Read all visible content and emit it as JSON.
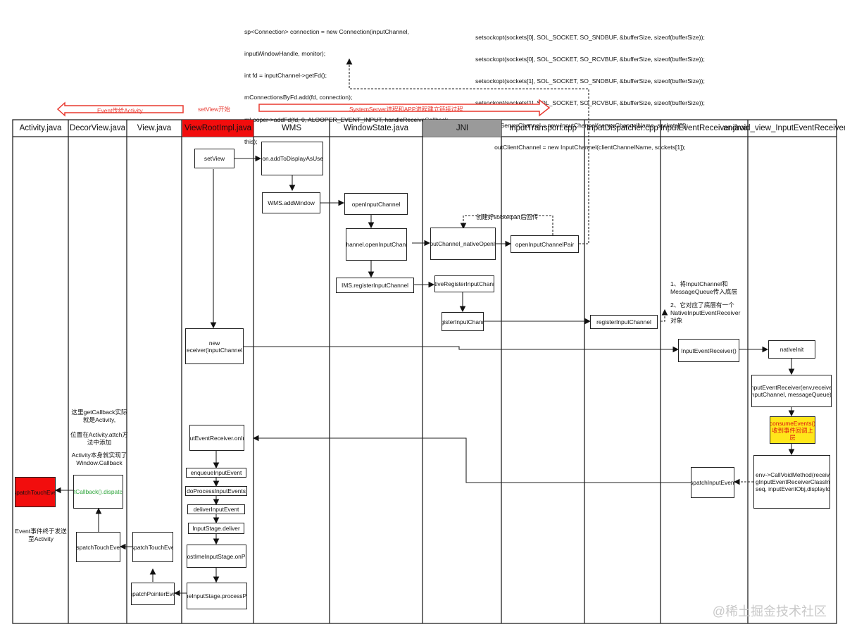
{
  "code_blocks": {
    "connection": [
      "sp<Connection> connection = new Connection(inputChannel,",
      "inputWindowHandle, monitor);",
      "int fd = inputChannel->getFd();",
      "mConnectionsByFd.add(fd, connection);",
      "mLooper->addFd(fd, 0, ALOOPER_EVENT_INPUT, handleReceiveCallback,",
      "this);"
    ],
    "socket": [
      "setsockopt(sockets[0], SOL_SOCKET, SO_SNDBUF, &bufferSize, sizeof(bufferSize));",
      "setsockopt(sockets[0], SOL_SOCKET, SO_RCVBUF, &bufferSize, sizeof(bufferSize));",
      "setsockopt(sockets[1], SOL_SOCKET, SO_SNDBUF, &bufferSize, sizeof(bufferSize));",
      "setsockopt(sockets[1], SOL_SOCKET, SO_RCVBUF, &bufferSize, sizeof(bufferSize));",
      "outServerChannel = new InputChannel(serverChannelName, sockets[0]);",
      "outClientChannel = new InputChannel(clientChannelName, sockets[1]);"
    ]
  },
  "banners": {
    "event_to_activity": "Event传给Activity",
    "setview_start": "setView开始",
    "systemserver_link": "SystemServer进程和APP进程建立链接过程"
  },
  "lanes": [
    {
      "name": "Activity.java",
      "style": "normal"
    },
    {
      "name": "DecorView.java",
      "style": "normal"
    },
    {
      "name": "View.java",
      "style": "normal"
    },
    {
      "name": "ViewRootImpl.java",
      "style": "red"
    },
    {
      "name": "WMS",
      "style": "normal"
    },
    {
      "name": "WindowState.java",
      "style": "normal"
    },
    {
      "name": "JNI",
      "style": "gray"
    },
    {
      "name": "InputTransport.cpp",
      "style": "normal"
    },
    {
      "name": "InputDispatcher.cpp",
      "style": "normal"
    },
    {
      "name": "InputEventReceiver.java",
      "style": "normal"
    },
    {
      "name": "android_view_InputEventReceiver.cpp",
      "style": "normal"
    }
  ],
  "boxes": {
    "set_view": "setView",
    "add_to_display": "mWindowSession.addToDisplayAsUser(Session.java)",
    "wms_add_window": "WMS.addWindow",
    "open_input_channel": "openInputChannel",
    "open_input_channel_pair": "InputChannel.openInputChannelPair",
    "native_open_pair": "android_view_InputChannel_nativeOpenInputChannelPair",
    "cpp_open_pair": "openInputChannelPair",
    "ims_register": "IMS.registerInputChannel",
    "native_register": "nativeRegisterInputChannel",
    "register_input_channel_jni": "registerInputChannel",
    "register_input_channel_dispatcher": "registerInputChannel",
    "new_receiver": "new WindowInputEventReceiver(inputChannel,Looper.myLooper())",
    "input_event_receiver": "InputEventReceiver()",
    "native_init": "nativeInit",
    "native_receiver_ctor": "NativeInputEventReceiver(env,receiverWeak, inputChannel, messageQueue);",
    "consume_events": "consumeEvents()收到事件回调上层",
    "call_void_method": "env->CallVoidMethod(receiverObj.get(), gInputEventReceiverClassInfo.dispatchInputEvent, seq, inputEventObj,displayId);",
    "dispatch_input_event": "dispatchInputEvent()",
    "on_input_event": "WindowInputEventReceiver.onInputEvent()",
    "enqueue": "enqueueInputEvent",
    "do_process": "doProcessInputEvents",
    "deliver": "deliverInputEvent",
    "stage_deliver": "InputStage.deliver",
    "post_ime_process": "ViewPostImeInputStage.onProcess",
    "post_ime_pointer": "ViewPostImeInputStage.processPointerEvent",
    "dispatch_pointer": "dispatchPointerEvent",
    "view_dispatch_touch": "dispatchTouchEvent",
    "decor_dispatch_touch": "dispatchTouchEvent",
    "window_callback": "mWindow.getCallback().dispatchTouchEvent",
    "activity_dispatch_touch": "dispatchTouchEvent"
  },
  "notes": {
    "callback_1": "这里getCallback实际就是Activity,",
    "callback_2": "位置在Activity.attch方法中添加",
    "callback_3": "Activity本身就实现了Window.Callback",
    "event_end": "Event事件终于发送至Activity",
    "receiver_1": "1、将InputChannel和MessageQueue传入底层",
    "receiver_2": "2、它对应了底层有一个NativeInputEventReceiver对象",
    "socketpair": "创建好socketpair后回传"
  },
  "watermark": "@稀土掘金技术社区",
  "colors": {
    "highlight_red": "#f20d0d",
    "jni_gray": "#9a9a9a",
    "yellow": "#ffe61a",
    "green_text": "#2da43a",
    "banner_red": "#e8382f"
  }
}
